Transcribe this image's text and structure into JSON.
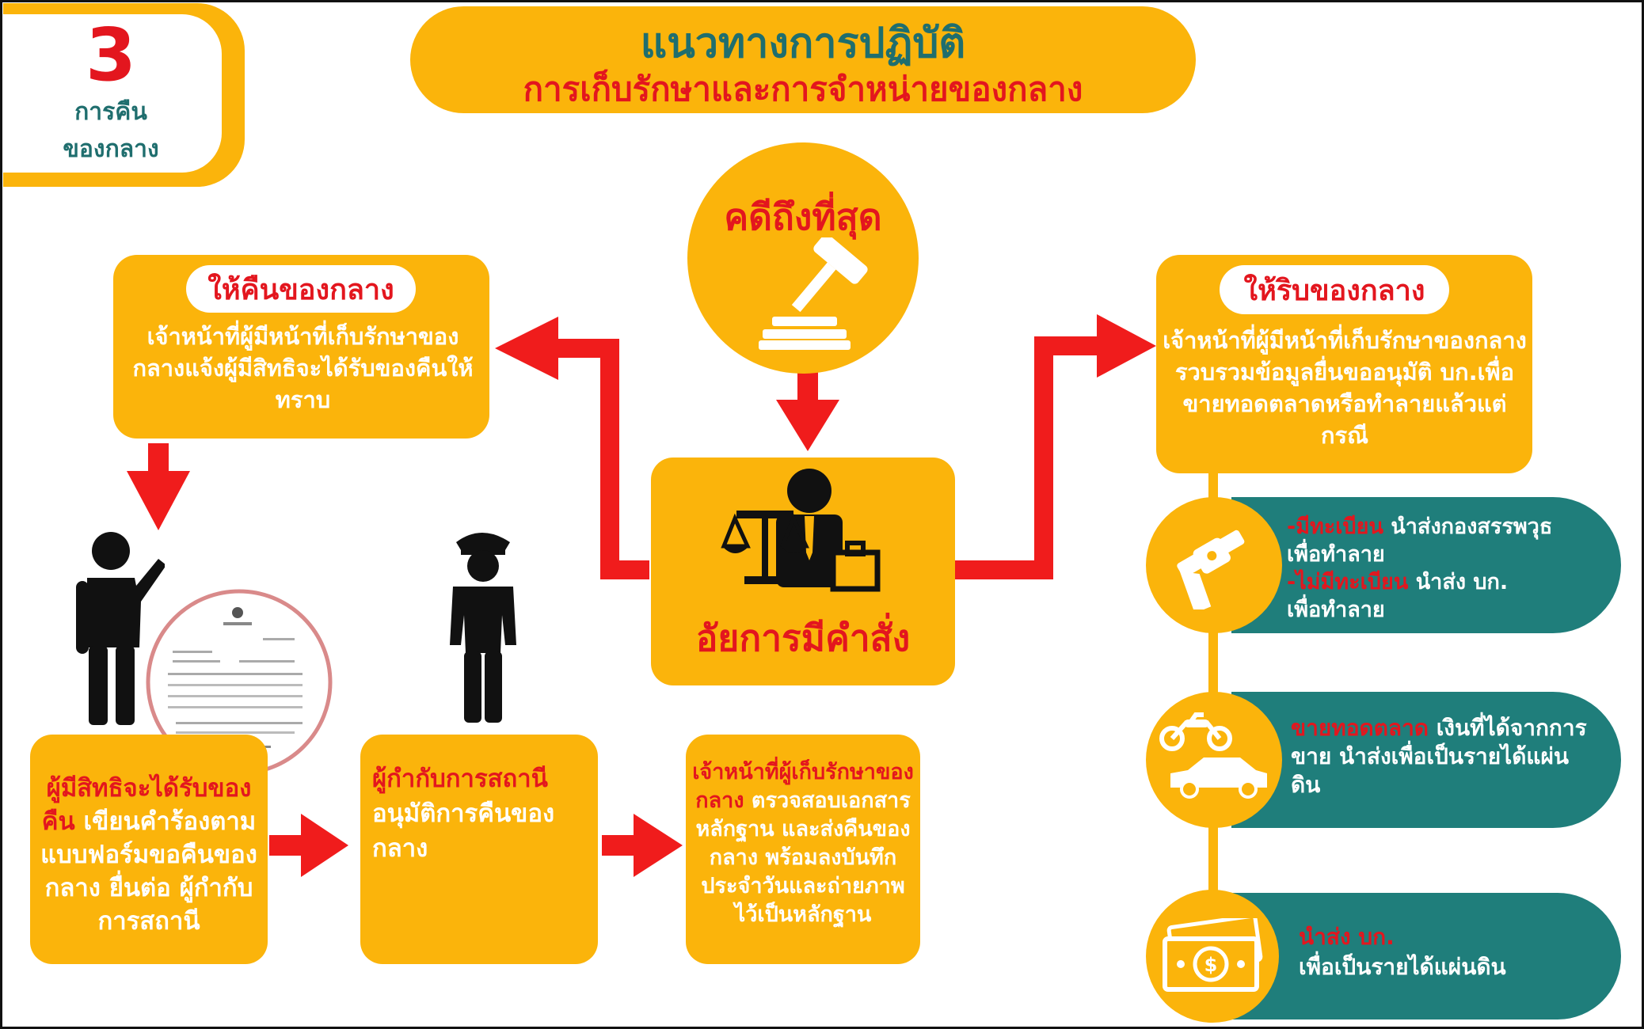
{
  "section": {
    "number": "3",
    "label_line1": "การคืน",
    "label_line2": "ของกลาง"
  },
  "header": {
    "title": "แนวทางการปฏิบัติ",
    "subtitle": "การเก็บรักษาและการจำหน่ายของกลาง"
  },
  "final_case": {
    "label": "คดีถึงที่สุด"
  },
  "prosecutor": {
    "label": "อัยการมีคำสั่ง"
  },
  "return_branch": {
    "pill": "ให้คืนของกลาง",
    "text": "เจ้าหน้าที่ผู้มีหน้าที่เก็บรักษาของกลางแจ้งผู้มีสิทธิจะได้รับของคืนให้ทราบ"
  },
  "confiscate_branch": {
    "pill": "ให้ริบของกลาง",
    "text": "เจ้าหน้าที่ผู้มีหน้าที่เก็บรักษาของกลางรวบรวมข้อมูลยื่นขออนุมัติ บก.เพื่อขายทอดตลาดหรือทำลายแล้วแต่กรณี"
  },
  "steps": [
    {
      "red": "ผู้มีสิทธิจะได้รับของคืน",
      "rest": " เขียนคำร้องตามแบบฟอร์มขอคืนของกลาง ยื่นต่อ ผู้กำกับการสถานี"
    },
    {
      "red": "ผู้กำกับการสถานี",
      "rest": "อนุมัติการคืนของกลาง"
    },
    {
      "red": "เจ้าหน้าที่ผู้เก็บรักษาของกลาง",
      "rest": " ตรวจสอบเอกสารหลักฐาน และส่งคืนของกลาง พร้อมลงบันทึกประจำวันและถ่ายภาพไว้เป็นหลักฐาน"
    }
  ],
  "outcomes": [
    {
      "icon": "revolver-icon",
      "lines": [
        {
          "hl": "-มีทะเบียน",
          "rest": " นำส่งกองสรรพวุธ"
        },
        {
          "hl": "",
          "rest": "เพื่อทำลาย"
        },
        {
          "hl": "-ไม่มีทะเบียน",
          "rest": " นำส่ง บก."
        },
        {
          "hl": "",
          "rest": "เพื่อทำลาย"
        }
      ]
    },
    {
      "icon": "vehicles-icon",
      "lines": [
        {
          "hl": "ขายทอดตลาด",
          "rest": " เงินที่ได้จากการ"
        },
        {
          "hl": "",
          "rest": "ขาย นำส่งเพื่อเป็นรายได้แผ่น"
        },
        {
          "hl": "",
          "rest": "ดิน"
        }
      ]
    },
    {
      "icon": "money-icon",
      "lines": [
        {
          "hl": "นำส่ง บก.",
          "rest": ""
        },
        {
          "hl": "",
          "rest": "เพื่อเป็นรายได้แผ่นดิน"
        }
      ]
    }
  ],
  "colors": {
    "orange": "#FBB40B",
    "red": "#E3161E",
    "teal": "#1F7E7B",
    "dark_teal_text": "#1F6E6E"
  }
}
